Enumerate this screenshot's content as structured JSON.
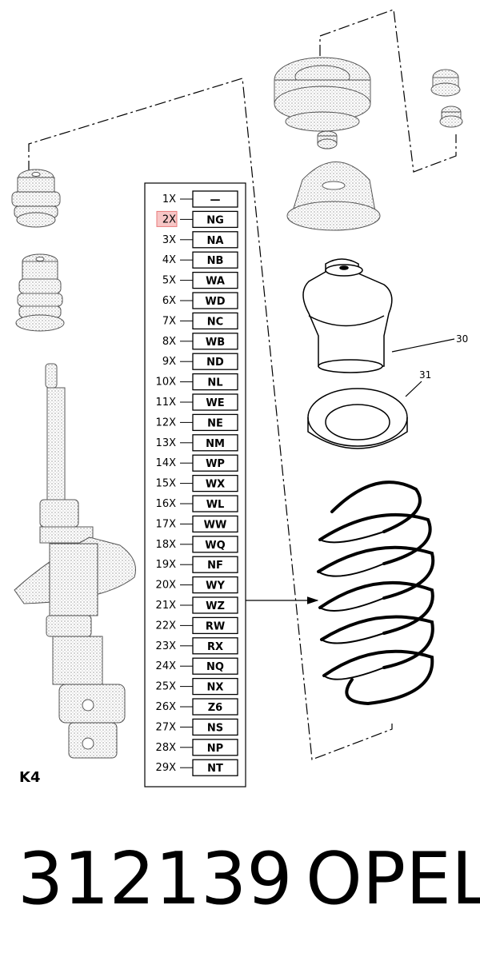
{
  "diagram": {
    "section_label": "K4",
    "callouts": [
      "30",
      "31"
    ],
    "highlighted_row": 1,
    "highlight_color": "#e87a7a",
    "table": [
      {
        "qty": "1X",
        "code": "—"
      },
      {
        "qty": "2X",
        "code": "NG"
      },
      {
        "qty": "3X",
        "code": "NA"
      },
      {
        "qty": "4X",
        "code": "NB"
      },
      {
        "qty": "5X",
        "code": "WA"
      },
      {
        "qty": "6X",
        "code": "WD"
      },
      {
        "qty": "7X",
        "code": "NC"
      },
      {
        "qty": "8X",
        "code": "WB"
      },
      {
        "qty": "9X",
        "code": "ND"
      },
      {
        "qty": "10X",
        "code": "NL"
      },
      {
        "qty": "11X",
        "code": "WE"
      },
      {
        "qty": "12X",
        "code": "NE"
      },
      {
        "qty": "13X",
        "code": "NM"
      },
      {
        "qty": "14X",
        "code": "WP"
      },
      {
        "qty": "15X",
        "code": "WX"
      },
      {
        "qty": "16X",
        "code": "WL"
      },
      {
        "qty": "17X",
        "code": "WW"
      },
      {
        "qty": "18X",
        "code": "WQ"
      },
      {
        "qty": "19X",
        "code": "NF"
      },
      {
        "qty": "20X",
        "code": "WY"
      },
      {
        "qty": "21X",
        "code": "WZ"
      },
      {
        "qty": "22X",
        "code": "RW"
      },
      {
        "qty": "23X",
        "code": "RX"
      },
      {
        "qty": "24X",
        "code": "NQ"
      },
      {
        "qty": "25X",
        "code": "NX"
      },
      {
        "qty": "26X",
        "code": "Z6"
      },
      {
        "qty": "27X",
        "code": "NS"
      },
      {
        "qty": "28X",
        "code": "NP"
      },
      {
        "qty": "29X",
        "code": "NT"
      }
    ]
  },
  "footer": {
    "part_number": "312139",
    "brand": "OPEL"
  }
}
